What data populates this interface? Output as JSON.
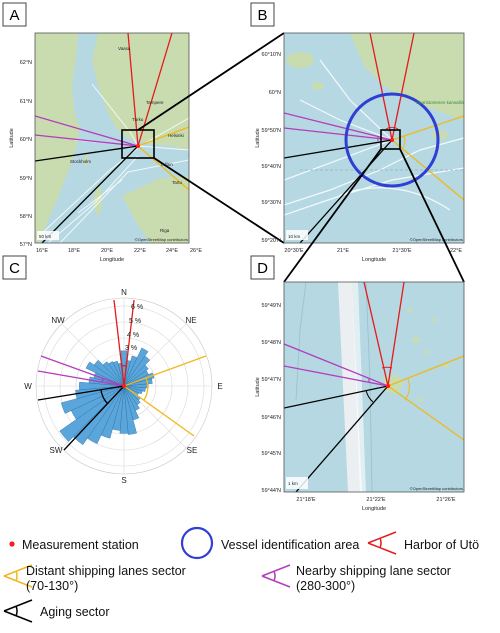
{
  "panels": {
    "a": {
      "letter": "A",
      "xticks": [
        "16°E",
        "18°E",
        "20°E",
        "22°E",
        "24°E",
        "26°E"
      ],
      "yticks": [
        "62°N",
        "61°N",
        "60°N",
        "59°N",
        "58°N",
        "57°N"
      ],
      "xlabel": "Longitude",
      "ylabel": "Latitude",
      "places": [
        "Vaasa",
        "Tampere",
        "Turku",
        "Helsinki",
        "Stockholm",
        "Tallinn",
        "Tartu",
        "Riga"
      ],
      "scale": "50 km",
      "credit": "©OpenStreetMap contributors"
    },
    "b": {
      "letter": "B",
      "xticks": [
        "20°30'E",
        "21°E",
        "21°30'E",
        "22°E"
      ],
      "yticks": [
        "60°10'N",
        "60°N",
        "59°50'N",
        "59°40'N",
        "59°30'N",
        "59°20'N"
      ],
      "xlabel": "Longitude",
      "ylabel": "Latitude",
      "places": [
        "Saaristomeren kansallispuisto"
      ],
      "scale": "10 km",
      "credit": "©OpenStreetMap contributors"
    },
    "c": {
      "letter": "C",
      "directions": [
        "N",
        "NE",
        "E",
        "SE",
        "S",
        "SW",
        "W",
        "NW"
      ],
      "rings": [
        "6 %",
        "5 %",
        "4 %",
        "3 %"
      ]
    },
    "d": {
      "letter": "D",
      "xticks": [
        "21°18'E",
        "21°22'E",
        "21°26'E"
      ],
      "yticks": [
        "59°49'N",
        "59°48'N",
        "59°47'N",
        "59°46'N",
        "59°45'N",
        "59°44'N"
      ],
      "xlabel": "Longitude",
      "ylabel": "Latitude",
      "scale": "1 km",
      "credit": "©OpenStreetMap contributors"
    }
  },
  "legend": {
    "station": "Measurement station",
    "vessel_area": "Vessel identification area",
    "harbor": "Harbor of Utö",
    "distant_l1": "Distant shipping lanes sector",
    "distant_l2": "(70-130°)",
    "nearby_l1": "Nearby shipping lane sector",
    "nearby_l2": "(280-300°)",
    "aging": "Aging sector"
  },
  "colors": {
    "harbor": "#e41a1c",
    "distant": "#f0b81a",
    "nearby": "#b43cbd",
    "aging": "#000000",
    "vessel_area": "#2f3fd3",
    "rose": "#5aa6dc",
    "sea": "#b5d8e2",
    "land": "#c9dcb0"
  },
  "rose_data": {
    "unit": "%",
    "directions_deg": [
      0,
      10,
      20,
      30,
      40,
      50,
      60,
      70,
      80,
      90,
      100,
      110,
      120,
      130,
      140,
      150,
      160,
      170,
      180,
      190,
      200,
      210,
      220,
      230,
      240,
      250,
      260,
      270,
      280,
      290,
      300,
      310,
      320,
      330,
      340,
      350
    ],
    "values": [
      2.6,
      1.9,
      2.3,
      3.1,
      2.7,
      2.2,
      2.0,
      2.3,
      2.1,
      1.8,
      1.6,
      1.4,
      1.2,
      1.5,
      1.7,
      2.0,
      2.6,
      3.6,
      3.5,
      3.3,
      4.0,
      4.7,
      5.3,
      5.8,
      4.3,
      4.8,
      3.6,
      3.3,
      2.6,
      2.3,
      3.1,
      2.7,
      2.2,
      2.0,
      1.9,
      1.7
    ],
    "rmax": 6.5
  }
}
